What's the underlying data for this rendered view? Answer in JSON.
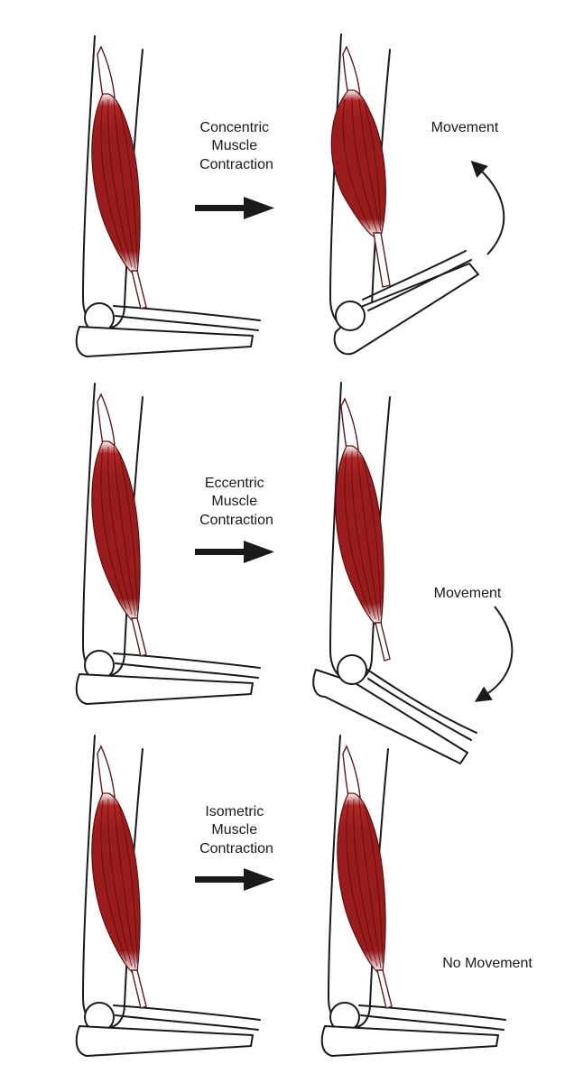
{
  "colors": {
    "muscle": "#9b1c1c",
    "muscle_outline": "#5a1010",
    "ink": "#1a1a1a"
  },
  "panels": [
    {
      "contraction_label": [
        "Concentric",
        "Muscle",
        "Contraction"
      ],
      "movement_label": "Movement",
      "movement_direction": "up"
    },
    {
      "contraction_label": [
        "Eccentric",
        "Muscle",
        "Contraction"
      ],
      "movement_label": "Movement",
      "movement_direction": "down"
    },
    {
      "contraction_label": [
        "Isometric",
        "Muscle",
        "Contraction"
      ],
      "movement_label": "No Movement",
      "movement_direction": "none"
    }
  ]
}
